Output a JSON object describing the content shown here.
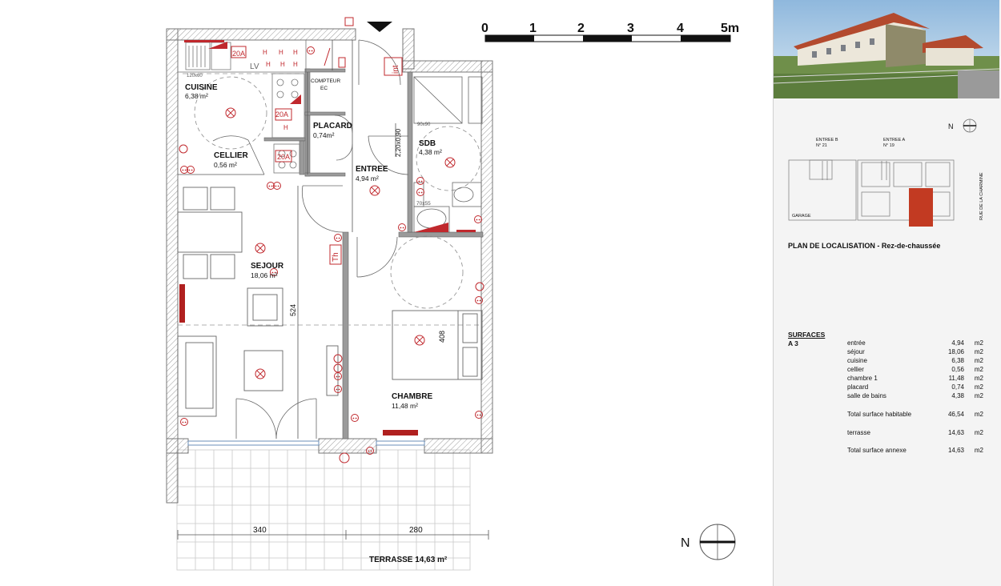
{
  "rooms": {
    "cuisine": {
      "name": "CUISINE",
      "area": "6,38 m²"
    },
    "cellier": {
      "name": "CELLIER",
      "area": "0,56 m²"
    },
    "placard": {
      "name": "PLACARD",
      "area": "0,74m²"
    },
    "entree": {
      "name": "ENTREE",
      "area": "4,94 m²"
    },
    "sdb": {
      "name": "SDB",
      "area": "4,38 m²"
    },
    "sejour": {
      "name": "SEJOUR",
      "area": "18,06 m²"
    },
    "chambre": {
      "name": "CHAMBRE",
      "area": "11,48 m²"
    },
    "terrasse": {
      "name": "TERRASSE 14,63 m²"
    }
  },
  "plan_labels": {
    "compteur": "COMPTEUR",
    "ec": "EC",
    "lv": "LV",
    "int": "int",
    "th": "Th",
    "dim_120x60": "120x60",
    "dim_90x90": "90x90",
    "dim_70x55": "70x55",
    "door_height": "2,20x0,90",
    "h": "H",
    "breaker_20a": "20A",
    "dim_524": "524",
    "dim_408": "408",
    "dim_340": "340",
    "dim_280": "280"
  },
  "scale": {
    "labels": [
      "0",
      "1",
      "2",
      "3",
      "4",
      "5m"
    ]
  },
  "north": {
    "label": "N"
  },
  "sidebar": {
    "locator": {
      "entree_b": "ENTREE B",
      "entree_b_num": "N° 21",
      "entree_a": "ENTREE A",
      "entree_a_num": "N° 19",
      "street": "RUE DE LA CHARMINE",
      "garage": "GARAGE"
    },
    "location_title": "PLAN DE LOCALISATION - Rez-de-chaussée",
    "surfaces": {
      "title": "SURFACES",
      "apartment": "A 3",
      "rows": [
        {
          "label": "entrée",
          "value": "4,94",
          "unit": "m2"
        },
        {
          "label": "séjour",
          "value": "18,06",
          "unit": "m2"
        },
        {
          "label": "cuisine",
          "value": "6,38",
          "unit": "m2"
        },
        {
          "label": "cellier",
          "value": "0,56",
          "unit": "m2"
        },
        {
          "label": "chambre 1",
          "value": "11,48",
          "unit": "m2"
        },
        {
          "label": "placard",
          "value": "0,74",
          "unit": "m2"
        },
        {
          "label": "salle de bains",
          "value": "4,38",
          "unit": "m2"
        },
        {
          "label": "Total surface habitable",
          "value": "46,54",
          "unit": "m2"
        },
        {
          "label": "terrasse",
          "value": "14,63",
          "unit": "m2"
        },
        {
          "label": "Total surface annexe",
          "value": "14,63",
          "unit": "m2"
        }
      ]
    }
  },
  "colors": {
    "electrical": "#c0282d",
    "wall": "#8a8a8a",
    "accent": "#c23a22"
  }
}
